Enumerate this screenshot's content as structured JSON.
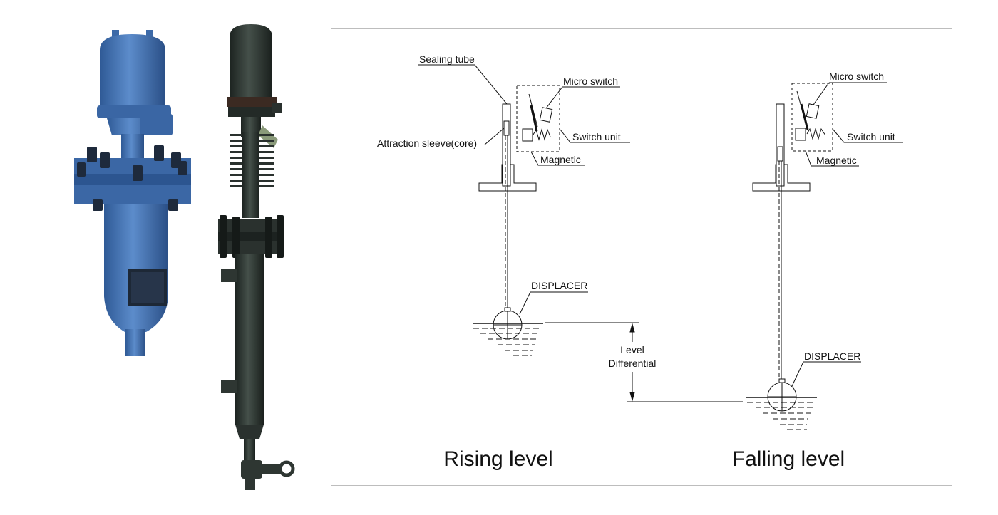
{
  "diagram": {
    "left": {
      "sealing_tube": "Sealing tube",
      "micro_switch": "Micro switch",
      "switch_unit": "Switch unit",
      "attraction_sleeve": "Attraction sleeve(core)",
      "magnetic": "Magnetic",
      "displacer": "DISPLACER",
      "caption": "Rising level"
    },
    "right": {
      "micro_switch": "Micro switch",
      "switch_unit": "Switch unit",
      "magnetic": "Magnetic",
      "displacer": "DISPLACER",
      "caption": "Falling level"
    },
    "level_label_1": "Level",
    "level_label_2": "Differential"
  },
  "colors": {
    "blue_device": "#4a78b8",
    "dark_device": "#2c3430",
    "line": "#111111"
  }
}
